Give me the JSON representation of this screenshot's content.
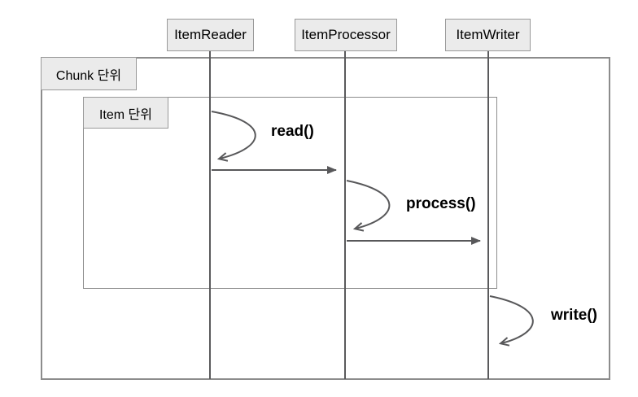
{
  "diagram": {
    "type": "sequence-diagram",
    "actors": [
      {
        "label": "ItemReader"
      },
      {
        "label": "ItemProcessor"
      },
      {
        "label": "ItemWriter"
      }
    ],
    "frames": [
      {
        "label": "Chunk 단위"
      },
      {
        "label": "Item 단위"
      }
    ],
    "messages": [
      {
        "kind": "self-call",
        "actor": "ItemReader",
        "label": "read()"
      },
      {
        "kind": "message",
        "from": "ItemReader",
        "to": "ItemProcessor"
      },
      {
        "kind": "self-call",
        "actor": "ItemProcessor",
        "label": "process()"
      },
      {
        "kind": "message",
        "from": "ItemProcessor",
        "to": "ItemWriter"
      },
      {
        "kind": "self-call",
        "actor": "ItemWriter",
        "label": "write()"
      }
    ],
    "colors": {
      "background": "#ffffff",
      "actor_box_fill": "#ebebeb",
      "actor_box_border": "#999999",
      "frame_border": "#8c8c8c",
      "line": "#58585a",
      "text": "#000000"
    }
  }
}
